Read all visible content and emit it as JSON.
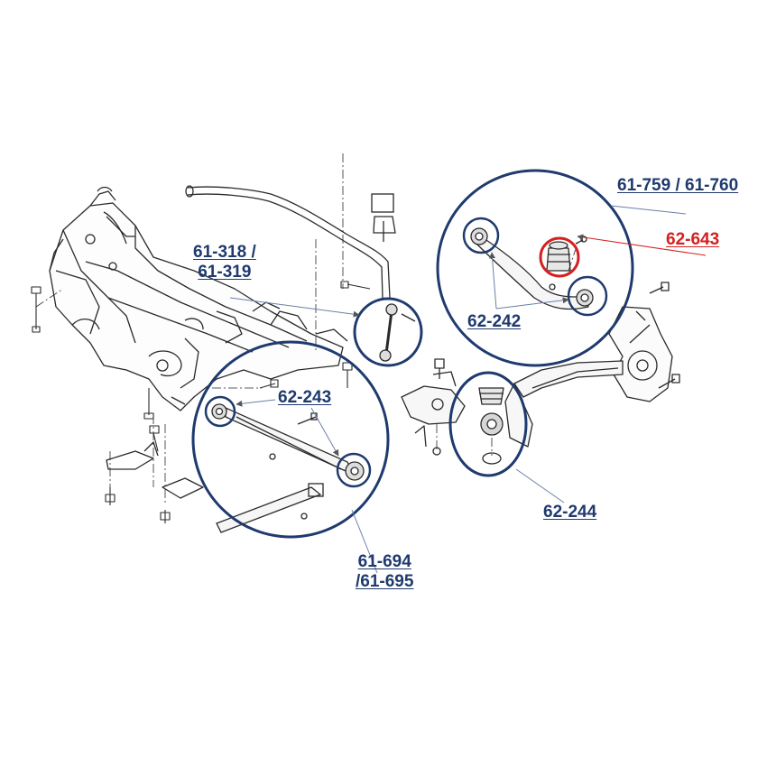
{
  "colors": {
    "label": "#1f3a6e",
    "highlight": "#d42020",
    "circle": "#1f3a6e",
    "line_art": "#2a2a2a",
    "leader": "#6b7fa8"
  },
  "labels": {
    "p61_318": {
      "line1": "61-318 /",
      "line2": "61-319"
    },
    "p62_243": "62-243",
    "p61_694": {
      "line1": "61-694",
      "line2": "/61-695"
    },
    "p61_759": "61-759 / 61-760",
    "p62_643": "62-643",
    "p62_242": "62-242",
    "p62_244": "62-244"
  }
}
